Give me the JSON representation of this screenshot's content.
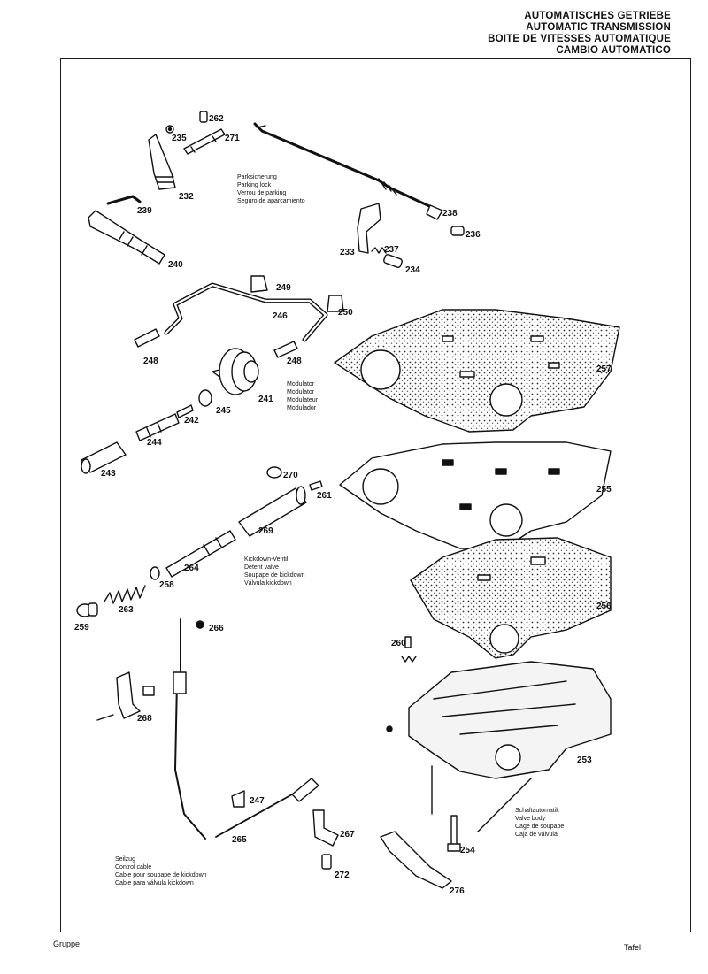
{
  "header": {
    "de": "AUTOMATISCHES GETRIEBE",
    "en": "AUTOMATIC TRANSMISSION",
    "fr": "BOITE DE VITESSES AUTOMATIQUE",
    "es": "CAMBIO AUTOMATICO"
  },
  "captions": {
    "parking": [
      "Parksicherung",
      "Parking lock",
      "Verrou de parking",
      "Seguro de aparcamiento"
    ],
    "modulator": [
      "Modulator",
      "Modulator",
      "Modulateur",
      "Modulador"
    ],
    "kickdown": [
      "Kickdown-Ventil",
      "Detent valve",
      "Soupape de kickdown",
      "Válvula kickdown"
    ],
    "valve_body": [
      "Schaltautomatik",
      "Valve body",
      "Cage de soupape",
      "Caja de válvula"
    ],
    "control_cable": [
      "Seilzug",
      "Control cable",
      "Cable pour soupape de kickdown",
      "Cable para válvula kickdown"
    ]
  },
  "parts": [
    {
      "id": "p262",
      "label": "262"
    },
    {
      "id": "p235",
      "label": "235"
    },
    {
      "id": "p271",
      "label": "271"
    },
    {
      "id": "p232",
      "label": "232"
    },
    {
      "id": "p239",
      "label": "239"
    },
    {
      "id": "p240",
      "label": "240"
    },
    {
      "id": "p238",
      "label": "238"
    },
    {
      "id": "p236",
      "label": "236"
    },
    {
      "id": "p233",
      "label": "233"
    },
    {
      "id": "p237",
      "label": "237"
    },
    {
      "id": "p234",
      "label": "234"
    },
    {
      "id": "p249",
      "label": "249"
    },
    {
      "id": "p246",
      "label": "246"
    },
    {
      "id": "p250",
      "label": "250"
    },
    {
      "id": "p248a",
      "label": "248"
    },
    {
      "id": "p248b",
      "label": "248"
    },
    {
      "id": "p241",
      "label": "241"
    },
    {
      "id": "p245",
      "label": "245"
    },
    {
      "id": "p242",
      "label": "242"
    },
    {
      "id": "p244",
      "label": "244"
    },
    {
      "id": "p243",
      "label": "243"
    },
    {
      "id": "p257",
      "label": "257"
    },
    {
      "id": "p270",
      "label": "270"
    },
    {
      "id": "p261",
      "label": "261"
    },
    {
      "id": "p255",
      "label": "255"
    },
    {
      "id": "p269",
      "label": "269"
    },
    {
      "id": "p264",
      "label": "264"
    },
    {
      "id": "p258",
      "label": "258"
    },
    {
      "id": "p263",
      "label": "263"
    },
    {
      "id": "p259",
      "label": "259"
    },
    {
      "id": "p256",
      "label": "256"
    },
    {
      "id": "p266",
      "label": "266"
    },
    {
      "id": "p260",
      "label": "260"
    },
    {
      "id": "p268",
      "label": "268"
    },
    {
      "id": "p253",
      "label": "253"
    },
    {
      "id": "p247",
      "label": "247"
    },
    {
      "id": "p267",
      "label": "267"
    },
    {
      "id": "p265",
      "label": "265"
    },
    {
      "id": "p254",
      "label": "254"
    },
    {
      "id": "p272",
      "label": "272"
    },
    {
      "id": "p276",
      "label": "276"
    }
  ],
  "footer": {
    "left": "Gruppe",
    "right": "Tafel"
  }
}
